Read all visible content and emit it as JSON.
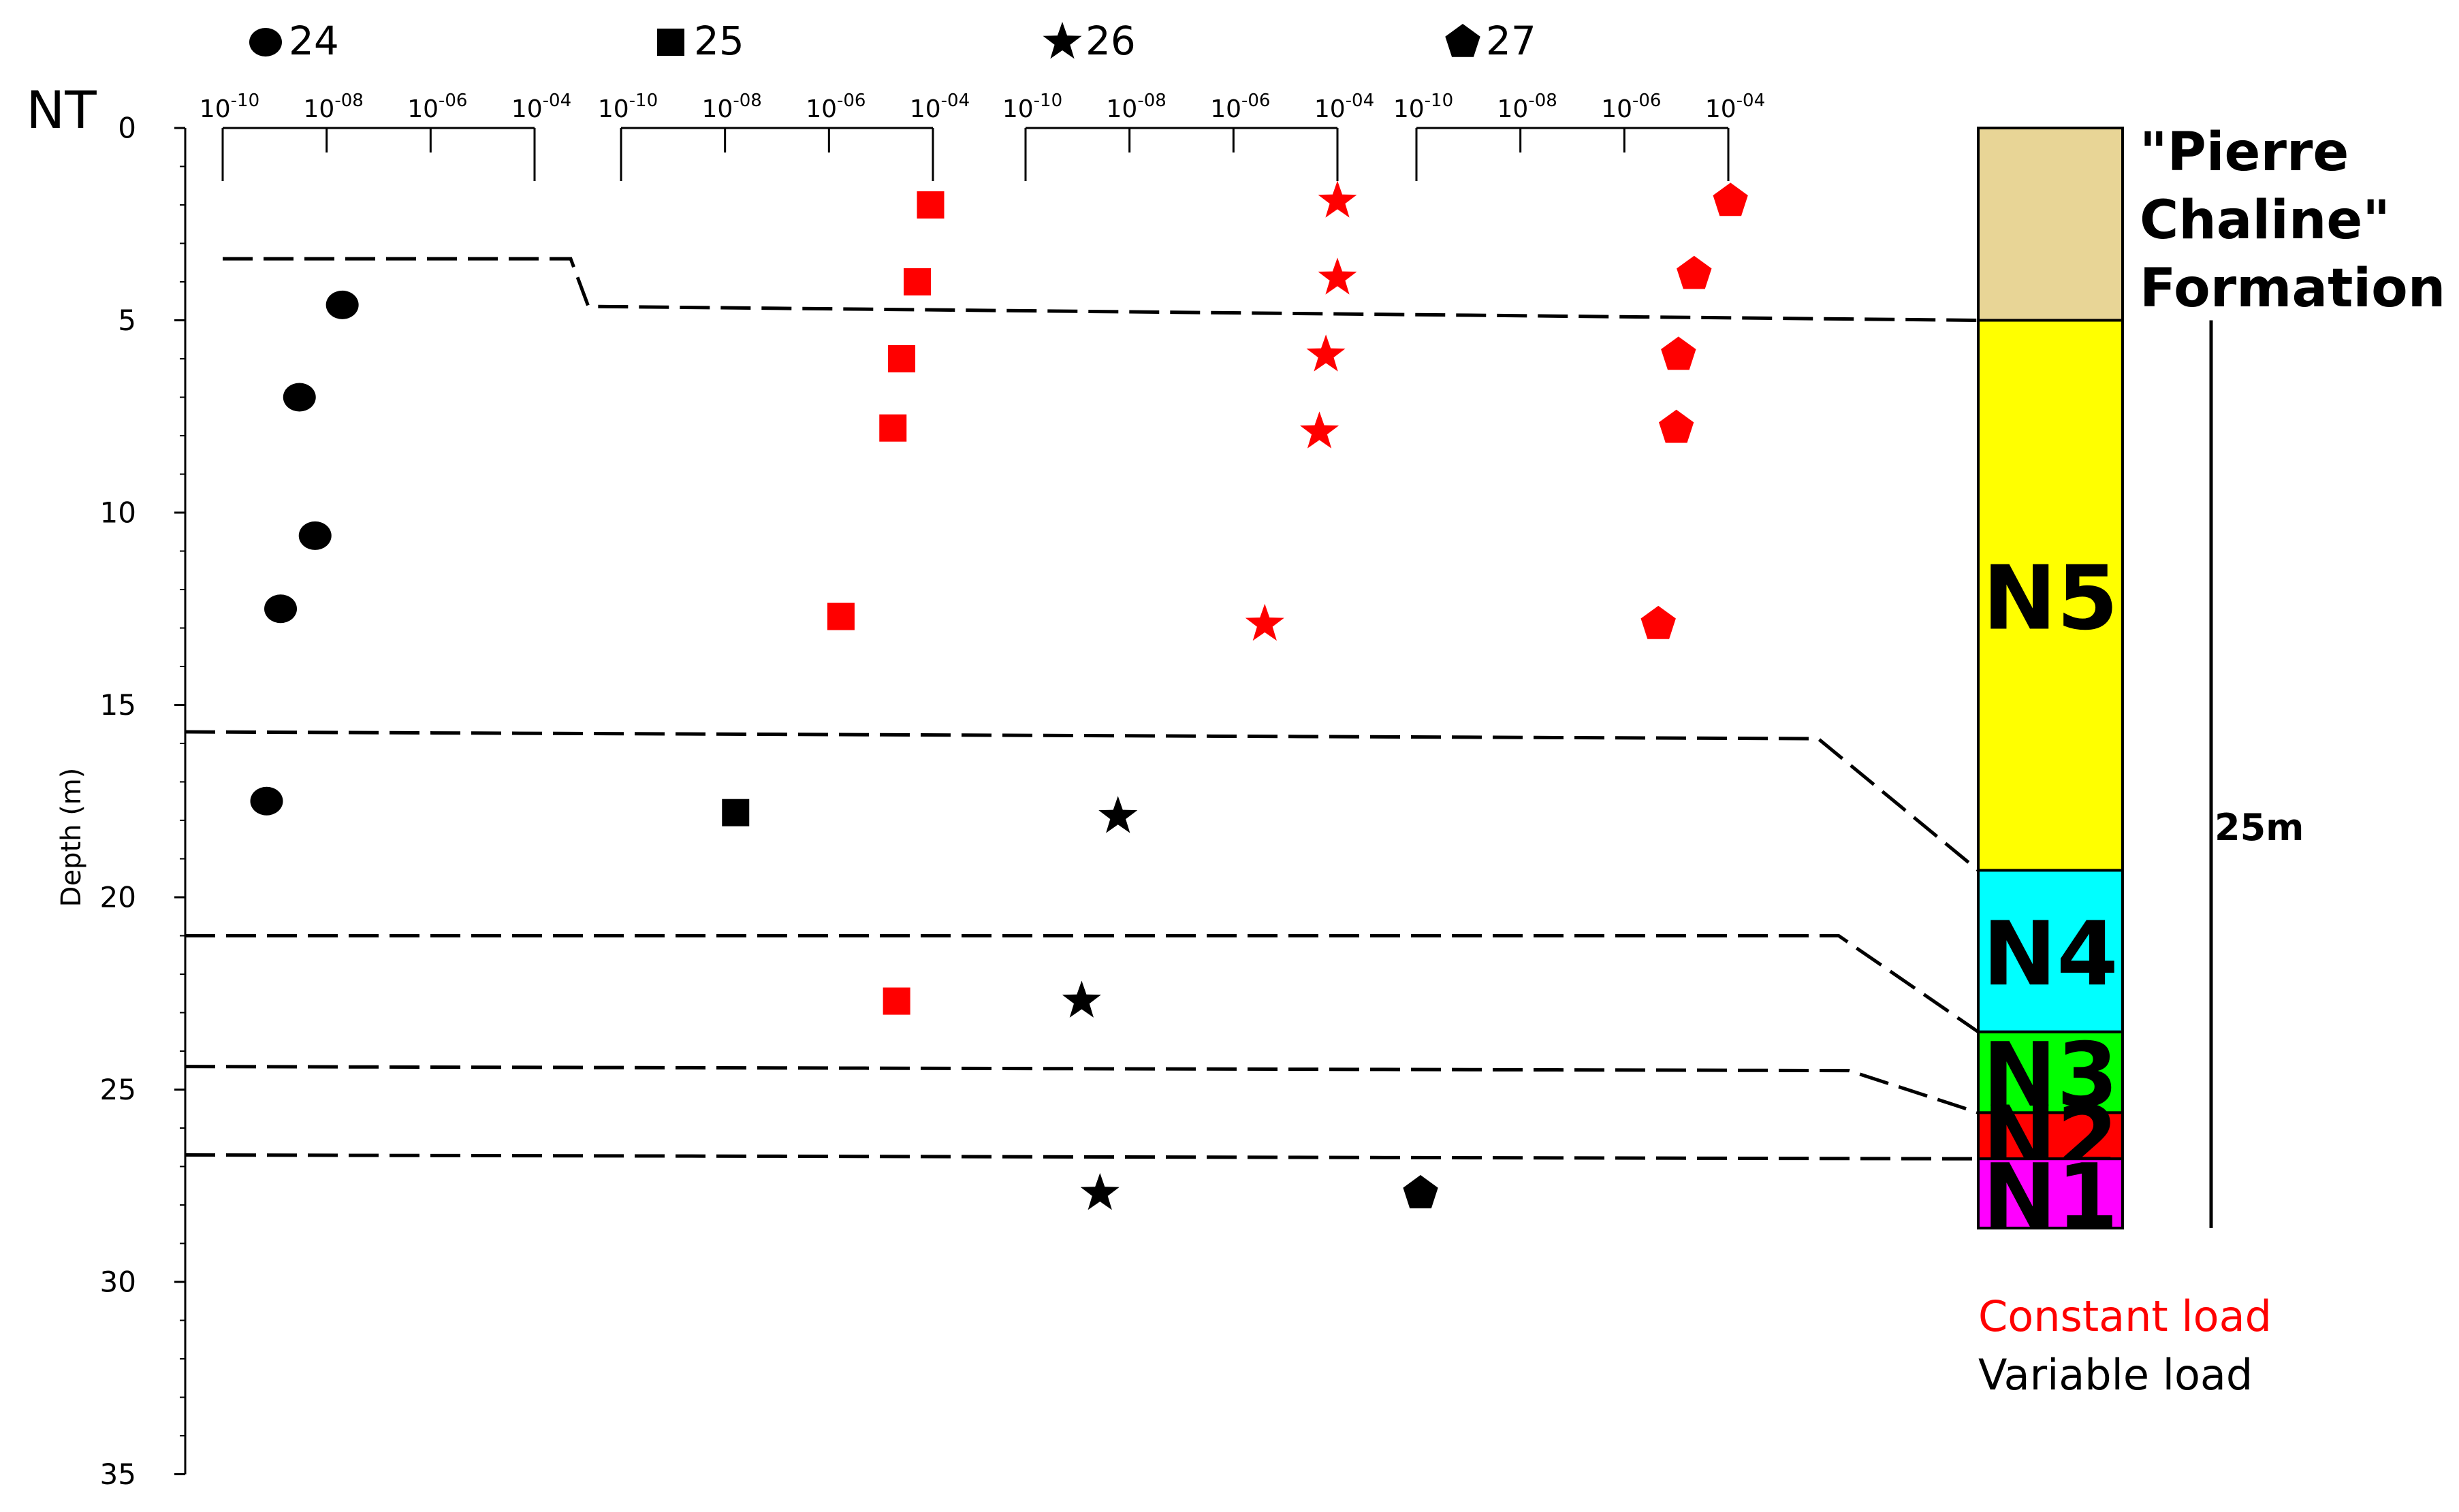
{
  "chart_data": {
    "type": "scatter",
    "depth_axis": {
      "title": "NT",
      "label": "Depth (m)",
      "range": [
        0,
        35
      ],
      "ticks": [
        0,
        5,
        10,
        15,
        20,
        25,
        30,
        35
      ],
      "inverted": true
    },
    "k_axis": {
      "scale": "log",
      "range": [
        1e-10,
        0.0001
      ],
      "tick_bases": [
        "10",
        "10",
        "10",
        "10"
      ],
      "tick_exponents": [
        "-10",
        "-08",
        "-06",
        "-04"
      ]
    },
    "wells": [
      {
        "name": "24",
        "marker": "circle"
      },
      {
        "name": "25",
        "marker": "square"
      },
      {
        "name": "26",
        "marker": "star"
      },
      {
        "name": "27",
        "marker": "pentagon"
      }
    ],
    "points": [
      {
        "well": 0,
        "k": 2e-08,
        "depth": 4.6,
        "load": "variable"
      },
      {
        "well": 0,
        "k": 3e-09,
        "depth": 7.0,
        "load": "variable"
      },
      {
        "well": 0,
        "k": 6e-09,
        "depth": 10.6,
        "load": "variable"
      },
      {
        "well": 0,
        "k": 1.3e-09,
        "depth": 12.5,
        "load": "variable"
      },
      {
        "well": 0,
        "k": 7e-10,
        "depth": 17.5,
        "load": "variable"
      },
      {
        "well": 1,
        "k": 9e-05,
        "depth": 2.0,
        "load": "constant"
      },
      {
        "well": 1,
        "k": 5e-05,
        "depth": 4.0,
        "load": "constant"
      },
      {
        "well": 1,
        "k": 2.5e-05,
        "depth": 6.0,
        "load": "constant"
      },
      {
        "well": 1,
        "k": 1.7e-05,
        "depth": 7.8,
        "load": "constant"
      },
      {
        "well": 1,
        "k": 1.7e-06,
        "depth": 12.7,
        "load": "constant"
      },
      {
        "well": 1,
        "k": 2e-05,
        "depth": 22.7,
        "load": "constant"
      },
      {
        "well": 1,
        "k": 1.6e-08,
        "depth": 17.8,
        "load": "variable"
      },
      {
        "well": 2,
        "k": 0.0001,
        "depth": 1.9,
        "load": "constant"
      },
      {
        "well": 2,
        "k": 0.0001,
        "depth": 3.9,
        "load": "constant"
      },
      {
        "well": 2,
        "k": 6e-05,
        "depth": 5.9,
        "load": "constant"
      },
      {
        "well": 2,
        "k": 4.5e-05,
        "depth": 7.9,
        "load": "constant"
      },
      {
        "well": 2,
        "k": 4e-06,
        "depth": 12.9,
        "load": "constant"
      },
      {
        "well": 2,
        "k": 6e-09,
        "depth": 17.9,
        "load": "variable"
      },
      {
        "well": 2,
        "k": 1.2e-09,
        "depth": 22.7,
        "load": "variable"
      },
      {
        "well": 2,
        "k": 2.7e-09,
        "depth": 27.7,
        "load": "variable"
      },
      {
        "well": 3,
        "k": 0.00011,
        "depth": 1.9,
        "load": "constant"
      },
      {
        "well": 3,
        "k": 2.2e-05,
        "depth": 3.8,
        "load": "constant"
      },
      {
        "well": 3,
        "k": 1.1e-05,
        "depth": 5.9,
        "load": "constant"
      },
      {
        "well": 3,
        "k": 1e-05,
        "depth": 7.8,
        "load": "constant"
      },
      {
        "well": 3,
        "k": 4.5e-06,
        "depth": 12.9,
        "load": "constant"
      },
      {
        "well": 3,
        "k": 1.2e-10,
        "depth": 27.7,
        "load": "variable"
      }
    ],
    "layers": [
      {
        "name": "",
        "top": 0,
        "bottom": 5.0,
        "color": "#e8d596"
      },
      {
        "name": "N5",
        "top": 5.0,
        "bottom": 19.3,
        "color": "#ffff00"
      },
      {
        "name": "N4",
        "top": 19.3,
        "bottom": 23.5,
        "color": "#00ffff"
      },
      {
        "name": "N3",
        "top": 23.5,
        "bottom": 25.6,
        "color": "#00ff00"
      },
      {
        "name": "N2",
        "top": 25.6,
        "bottom": 26.8,
        "color": "#ff0000"
      },
      {
        "name": "N1",
        "top": 26.8,
        "bottom": 28.6,
        "color": "#ff00ff"
      }
    ],
    "formation_label": [
      "\"Pierre",
      "Chaline\"",
      "Formation"
    ],
    "boundaries": [
      {
        "left": 3.4,
        "right": 5.0
      },
      {
        "left": 15.7,
        "right": 19.3
      },
      {
        "left": 21.0,
        "right": 23.5
      },
      {
        "left": 24.4,
        "right": 25.6
      },
      {
        "left": 26.7,
        "right": 26.8
      }
    ],
    "scale_bar": {
      "label": "25m",
      "top": 5.0,
      "bottom": 28.6
    },
    "legend": [
      {
        "label": "Constant load",
        "color": "#ff0000"
      },
      {
        "label": "Variable load",
        "color": "#000000"
      }
    ]
  }
}
